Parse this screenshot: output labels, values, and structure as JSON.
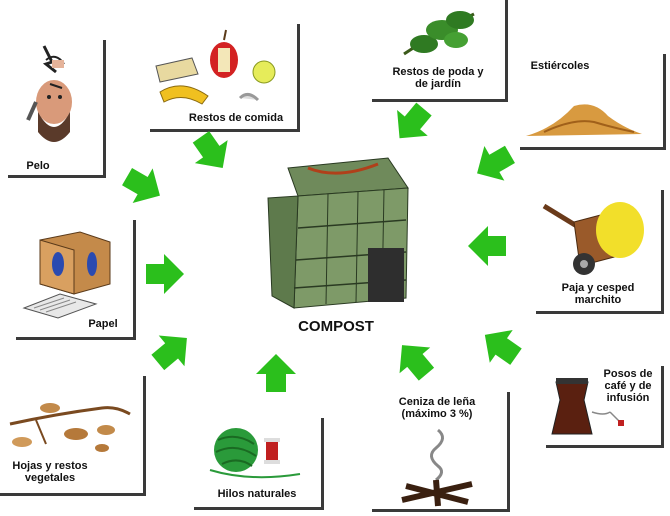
{
  "center": {
    "label": "COMPOST"
  },
  "items": {
    "pelo": "Pelo",
    "restos_comida": "Restos de comida",
    "restos_poda": "Restos de poda y\nde jardín",
    "estiercoles": "Estiércoles",
    "papel": "Papel",
    "paja": "Paja y cesped\nmarchito",
    "hojas": "Hojas y restos\nvegetales",
    "hilos": "Hilos naturales",
    "ceniza": "Ceniza de leña\n(máximo 3 %)",
    "posos": "Posos de\ncafé y de\ninfusión"
  },
  "colors": {
    "arrow": "#2bbf1c",
    "bin": "#6f8a5b",
    "frame": "#3a3a3a"
  }
}
